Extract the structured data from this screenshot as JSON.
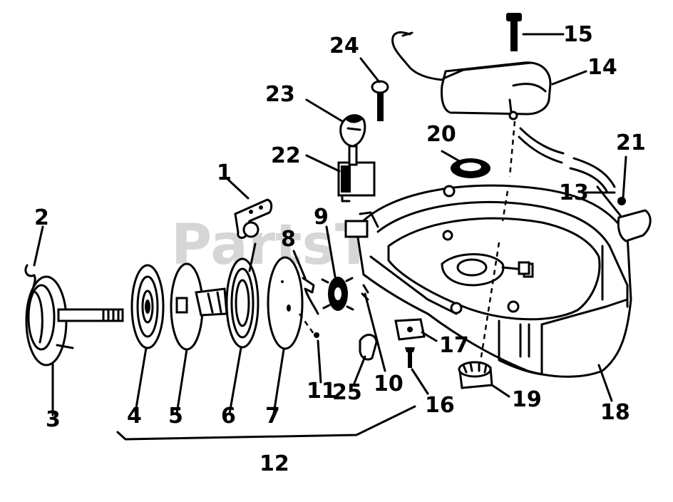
{
  "watermark": "PartsTree",
  "callouts": [
    {
      "id": "1",
      "text": "1"
    },
    {
      "id": "2",
      "text": "2"
    },
    {
      "id": "3",
      "text": "3"
    },
    {
      "id": "4",
      "text": "4"
    },
    {
      "id": "5",
      "text": "5"
    },
    {
      "id": "6",
      "text": "6"
    },
    {
      "id": "7",
      "text": "7"
    },
    {
      "id": "8",
      "text": "8"
    },
    {
      "id": "9",
      "text": "9"
    },
    {
      "id": "10",
      "text": "10"
    },
    {
      "id": "11",
      "text": "11"
    },
    {
      "id": "12",
      "text": "12"
    },
    {
      "id": "13",
      "text": "13"
    },
    {
      "id": "14",
      "text": "14"
    },
    {
      "id": "15",
      "text": "15"
    },
    {
      "id": "16",
      "text": "16"
    },
    {
      "id": "17",
      "text": "17"
    },
    {
      "id": "18",
      "text": "18"
    },
    {
      "id": "19",
      "text": "19"
    },
    {
      "id": "20",
      "text": "20"
    },
    {
      "id": "21",
      "text": "21"
    },
    {
      "id": "22",
      "text": "22"
    },
    {
      "id": "23",
      "text": "23"
    },
    {
      "id": "24",
      "text": "24"
    },
    {
      "id": "25",
      "text": "25"
    }
  ]
}
